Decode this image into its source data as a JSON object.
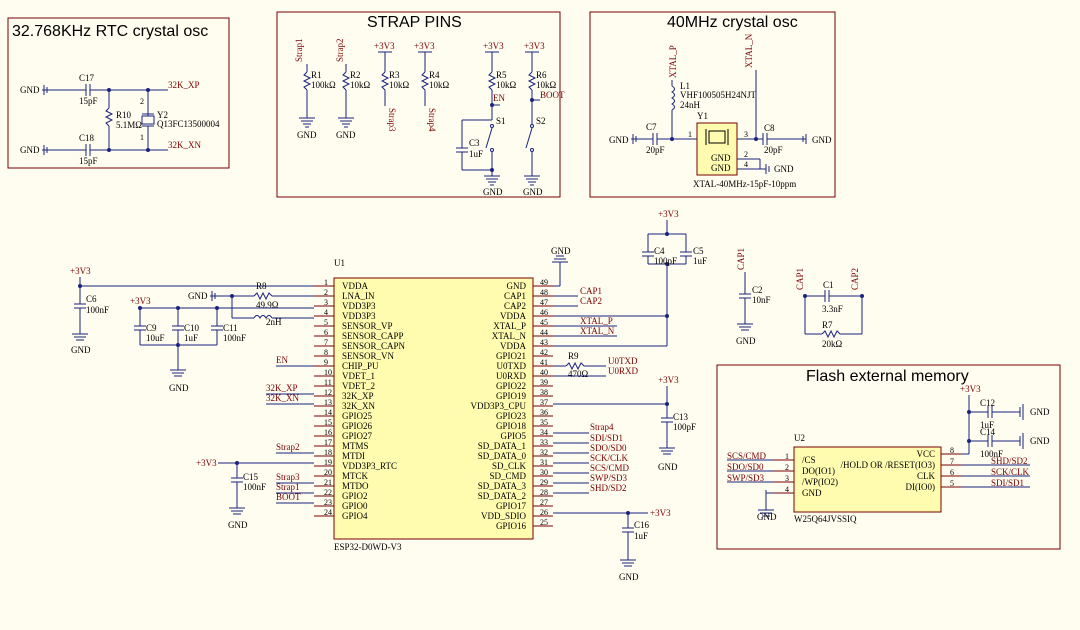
{
  "sections": {
    "rtc": {
      "title": "32.768KHz RTC crystal osc"
    },
    "strap": {
      "title": "STRAP PINS"
    },
    "xtal40": {
      "title": "40MHz crystal osc"
    },
    "flash": {
      "title": "Flash external memory"
    }
  },
  "common": {
    "gnd": "GND",
    "v33": "+3V3"
  },
  "rtc": {
    "c17": "C17",
    "c17v": "15pF",
    "c18": "C18",
    "c18v": "15pF",
    "r10": "R10",
    "r10v": "5.1MΩ",
    "y2": "Y2",
    "y2part": "Q13FC13500004",
    "net_xp": "32K_XP",
    "net_xn": "32K_XN",
    "pin1": "1",
    "pin2": "2"
  },
  "strap": {
    "r1": "R1",
    "r1v": "100kΩ",
    "r2": "R2",
    "r2v": "10kΩ",
    "r3": "R3",
    "r3v": "10kΩ",
    "r4": "R4",
    "r4v": "10kΩ",
    "r5": "R5",
    "r5v": "10kΩ",
    "r6": "R6",
    "r6v": "10kΩ",
    "s1": "S1",
    "s2": "S2",
    "c3": "C3",
    "c3v": "1uF",
    "net1": "Strap1",
    "net2": "Strap2",
    "net3": "Strap3",
    "net4": "Strap4",
    "en": "EN",
    "boot": "BOOT"
  },
  "xtal": {
    "l1": "L1",
    "l1part": "VHF100505H24NJT",
    "l1v": "24nH",
    "y1": "Y1",
    "y1part": "XTAL-40MHz-15pF-10ppm",
    "c7": "C7",
    "c7v": "20pF",
    "c8": "C8",
    "c8v": "20pF",
    "xp": "XTAL_P",
    "xn": "XTAL_N",
    "gnd_in1": "GND",
    "gnd_in2": "GND",
    "p1": "1",
    "p2": "2",
    "p3": "3",
    "p4": "4"
  },
  "u1": {
    "ref": "U1",
    "part": "ESP32-D0WD-V3",
    "left_pins": [
      {
        "n": "1",
        "name": "VDDA"
      },
      {
        "n": "2",
        "name": "LNA_IN"
      },
      {
        "n": "3",
        "name": "VDD3P3"
      },
      {
        "n": "4",
        "name": "VDD3P3"
      },
      {
        "n": "5",
        "name": "SENSOR_VP"
      },
      {
        "n": "6",
        "name": "SENSOR_CAPP"
      },
      {
        "n": "7",
        "name": "SENSOR_CAPN"
      },
      {
        "n": "8",
        "name": "SENSOR_VN"
      },
      {
        "n": "9",
        "name": "CHIP_PU"
      },
      {
        "n": "10",
        "name": "VDET_1"
      },
      {
        "n": "11",
        "name": "VDET_2"
      },
      {
        "n": "12",
        "name": "32K_XP"
      },
      {
        "n": "13",
        "name": "32K_XN"
      },
      {
        "n": "14",
        "name": "GPIO25"
      },
      {
        "n": "15",
        "name": "GPIO26"
      },
      {
        "n": "16",
        "name": "GPIO27"
      },
      {
        "n": "17",
        "name": "MTMS"
      },
      {
        "n": "18",
        "name": "MTDI"
      },
      {
        "n": "19",
        "name": "VDD3P3_RTC"
      },
      {
        "n": "20",
        "name": "MTCK"
      },
      {
        "n": "21",
        "name": "MTDO"
      },
      {
        "n": "22",
        "name": "GPIO2"
      },
      {
        "n": "23",
        "name": "GPIO0"
      },
      {
        "n": "24",
        "name": "GPIO4"
      }
    ],
    "right_pins": [
      {
        "n": "49",
        "name": "GND"
      },
      {
        "n": "48",
        "name": "CAP1"
      },
      {
        "n": "47",
        "name": "CAP2"
      },
      {
        "n": "46",
        "name": "VDDA"
      },
      {
        "n": "45",
        "name": "XTAL_P"
      },
      {
        "n": "44",
        "name": "XTAL_N"
      },
      {
        "n": "43",
        "name": "VDDA"
      },
      {
        "n": "42",
        "name": "GPIO21"
      },
      {
        "n": "41",
        "name": "U0TXD"
      },
      {
        "n": "40",
        "name": "U0RXD"
      },
      {
        "n": "39",
        "name": "GPIO22"
      },
      {
        "n": "38",
        "name": "GPIO19"
      },
      {
        "n": "37",
        "name": "VDD3P3_CPU"
      },
      {
        "n": "36",
        "name": "GPIO23"
      },
      {
        "n": "35",
        "name": "GPIO18"
      },
      {
        "n": "34",
        "name": "GPIO5"
      },
      {
        "n": "33",
        "name": "SD_DATA_1"
      },
      {
        "n": "32",
        "name": "SD_DATA_0"
      },
      {
        "n": "31",
        "name": "SD_CLK"
      },
      {
        "n": "30",
        "name": "SD_CMD"
      },
      {
        "n": "29",
        "name": "SD_DATA_3"
      },
      {
        "n": "28",
        "name": "SD_DATA_2"
      },
      {
        "n": "27",
        "name": "GPIO17"
      },
      {
        "n": "26",
        "name": "VDD_SDIO"
      },
      {
        "n": "25",
        "name": "GPIO16"
      }
    ],
    "left_nets": {
      "en": "EN",
      "xp": "32K_XP",
      "xn": "32K_XN",
      "strap2": "Strap2",
      "strap3": "Strap3",
      "strap1": "Strap1",
      "boot": "BOOT"
    },
    "right_nets": {
      "cap1": "CAP1",
      "cap2": "CAP2",
      "xp": "XTAL_P",
      "xn": "XTAL_N",
      "u0txd": "U0TXD",
      "u0rxd": "U0RXD",
      "strap4": "Strap4",
      "sdi": "SDI/SD1",
      "sdo": "SDO/SD0",
      "sck": "SCK/CLK",
      "scs": "SCS/CMD",
      "swp": "SWP/SD3",
      "shd": "SHD/SD2"
    }
  },
  "power": {
    "r8": "R8",
    "r8v": "49.9Ω",
    "l2v": "2nH",
    "r9": "R9",
    "r9v": "470Ω",
    "c6": "C6",
    "c6v": "100nF",
    "c9": "C9",
    "c9v": "10uF",
    "c10": "C10",
    "c10v": "1uF",
    "c11": "C11",
    "c11v": "100nF",
    "c15": "C15",
    "c15v": "100nF",
    "c4": "C4",
    "c4v": "100pF",
    "c5": "C5",
    "c5v": "1uF",
    "c13": "C13",
    "c13v": "100pF",
    "c16": "C16",
    "c16v": "1uF",
    "c2": "C2",
    "c2v": "10nF",
    "c1": "C1",
    "c1v": "3.3nF",
    "r7": "R7",
    "r7v": "20kΩ",
    "cap1": "CAP1",
    "cap2": "CAP2"
  },
  "u2": {
    "ref": "U2",
    "part": "W25Q64JVSSIQ",
    "left_pins": [
      {
        "n": "1",
        "name": "/CS",
        "net": "SCS/CMD"
      },
      {
        "n": "2",
        "name": "DO(IO1)",
        "net": "SDO/SD0"
      },
      {
        "n": "3",
        "name": "/WP(IO2)",
        "net": "SWP/SD3"
      },
      {
        "n": "4",
        "name": "GND",
        "net": ""
      }
    ],
    "right_pins": [
      {
        "n": "8",
        "name": "VCC",
        "net": ""
      },
      {
        "n": "7",
        "name": "/HOLD OR /RESET(IO3)",
        "net": "SHD/SD2"
      },
      {
        "n": "6",
        "name": "CLK",
        "net": "SCK/CLK"
      },
      {
        "n": "5",
        "name": "DI(IO0)",
        "net": "SDI/SD1"
      }
    ],
    "c12": "C12",
    "c12v": "1uF",
    "c14": "C14",
    "c14v": "100nF"
  }
}
